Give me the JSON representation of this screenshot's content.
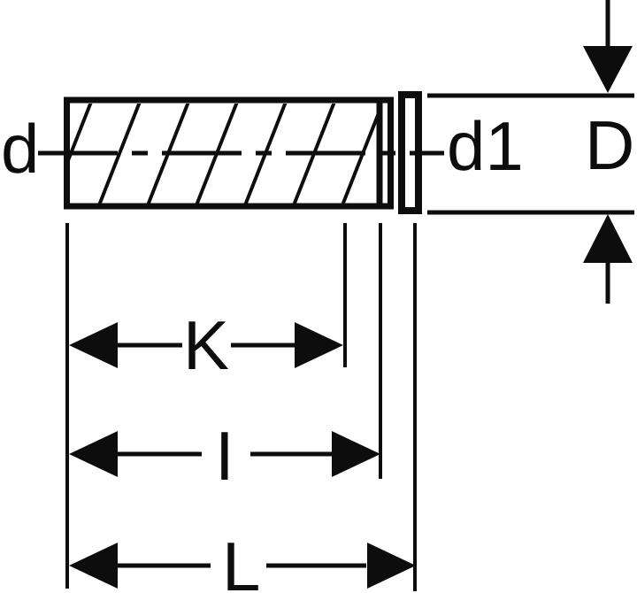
{
  "diagram": {
    "kind": "technical-drawing",
    "labels": {
      "thread_diameter": "d",
      "collar_diameter": "d1",
      "flange_diameter": "D",
      "thread_length": "K",
      "shank_length": "I",
      "total_length": "L"
    },
    "colors": {
      "line": "#0d0d0d",
      "background": "#ffffff"
    }
  }
}
